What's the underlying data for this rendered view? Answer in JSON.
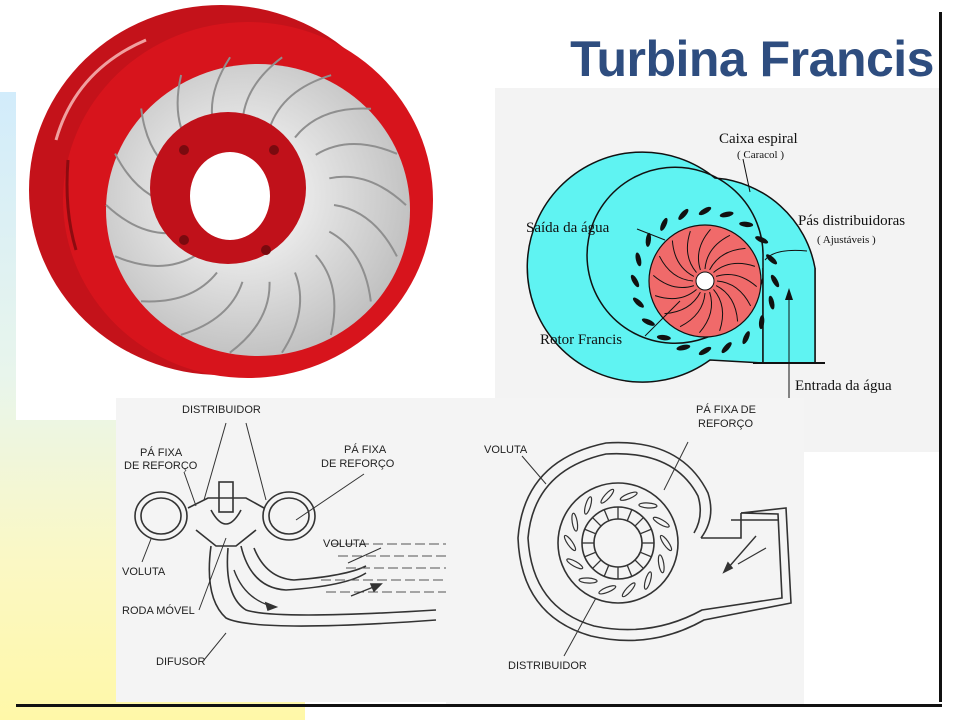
{
  "title": "Turbina Francis",
  "spiral_diagram": {
    "caixa_espiral": "Caixa espiral",
    "caracol": "( Caracol )",
    "pas_distribuidoras": "Pás distribuidoras",
    "ajustaveis": "( Ajustáveis )",
    "saida_agua": "Saída da água",
    "rotor_francis": "Rotor Francis",
    "entrada_agua": "Entrada da água",
    "colors": {
      "casing": "#5ff3f2",
      "rotor": "#f06a6a",
      "blades": "#111111"
    }
  },
  "section_diagram": {
    "distribuidor": "DISTRIBUIDOR",
    "pa_fixa_left_1": "PÁ FIXA",
    "pa_fixa_left_2": "DE REFORÇO",
    "pa_fixa_right_1": "PÁ FIXA",
    "pa_fixa_right_2": "DE REFORÇO",
    "voluta_left": "VOLUTA",
    "voluta_right": "VOLUTA",
    "roda_movel": "RODA MÓVEL",
    "difusor": "DIFUSOR"
  },
  "volute_diagram": {
    "voluta": "VOLUTA",
    "pa_fixa_1": "PÁ FIXA DE",
    "pa_fixa_2": "REFORÇO",
    "distribuidor": "DISTRIBUIDOR"
  },
  "runner_image": {
    "color": "#d7141c",
    "blade_color": "#e8e8e8"
  }
}
